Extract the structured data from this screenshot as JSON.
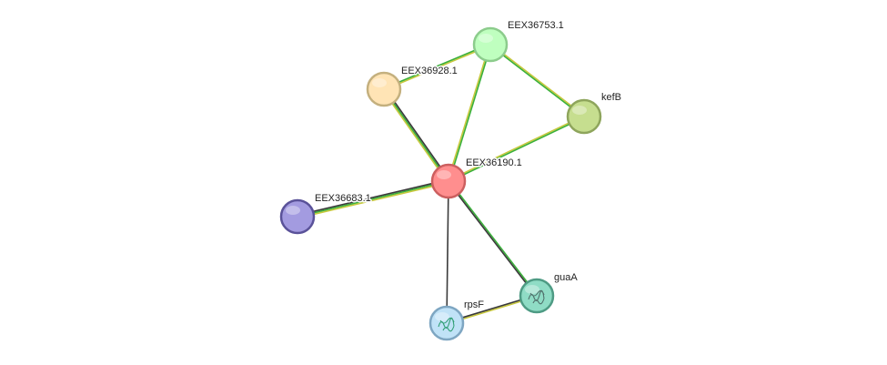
{
  "network": {
    "nodes": [
      {
        "id": "EEX36190.1",
        "label": "EEX36190.1",
        "color": "#ff8e8e",
        "border": "#cc5f5f",
        "center": true
      },
      {
        "id": "EEX36753.1",
        "label": "EEX36753.1",
        "color": "#bfffbf",
        "border": "#8ccc8c"
      },
      {
        "id": "EEX36928.1",
        "label": "EEX36928.1",
        "color": "#ffe4b5",
        "border": "#c4b07e"
      },
      {
        "id": "kefB",
        "label": "kefB",
        "color": "#c6de8f",
        "border": "#8ea55c"
      },
      {
        "id": "EEX36683.1",
        "label": "EEX36683.1",
        "color": "#a39be0",
        "border": "#5a5299"
      },
      {
        "id": "guaA",
        "label": "guaA",
        "color": "#8fdcc5",
        "border": "#4e9b84",
        "icon": "protein-structure-icon"
      },
      {
        "id": "rpsF",
        "label": "rpsF",
        "color": "#c0e2f7",
        "border": "#7ea6c2",
        "icon": "protein-structure-icon"
      }
    ],
    "edges": [
      {
        "source": "EEX36190.1",
        "target": "EEX36753.1",
        "evidence": [
          "#c8c83c",
          "#3ab03a"
        ]
      },
      {
        "source": "EEX36190.1",
        "target": "EEX36928.1",
        "evidence": [
          "#c8c83c",
          "#3ab03a",
          "#3a3a3a"
        ]
      },
      {
        "source": "EEX36190.1",
        "target": "kefB",
        "evidence": [
          "#c8c83c",
          "#3ab03a"
        ]
      },
      {
        "source": "EEX36190.1",
        "target": "EEX36683.1",
        "evidence": [
          "#c8c83c",
          "#3ab03a",
          "#3a3a3a"
        ]
      },
      {
        "source": "EEX36190.1",
        "target": "guaA",
        "evidence": [
          "#3ab03a",
          "#3a3a3a"
        ]
      },
      {
        "source": "EEX36190.1",
        "target": "rpsF",
        "evidence": [
          "#3a3a3a"
        ]
      },
      {
        "source": "EEX36753.1",
        "target": "EEX36928.1",
        "evidence": [
          "#c8c83c",
          "#3ab03a"
        ]
      },
      {
        "source": "EEX36753.1",
        "target": "kefB",
        "evidence": [
          "#c8c83c",
          "#3ab03a"
        ]
      },
      {
        "source": "guaA",
        "target": "rpsF",
        "evidence": [
          "#c8c83c",
          "#3a3a3a"
        ]
      }
    ]
  }
}
